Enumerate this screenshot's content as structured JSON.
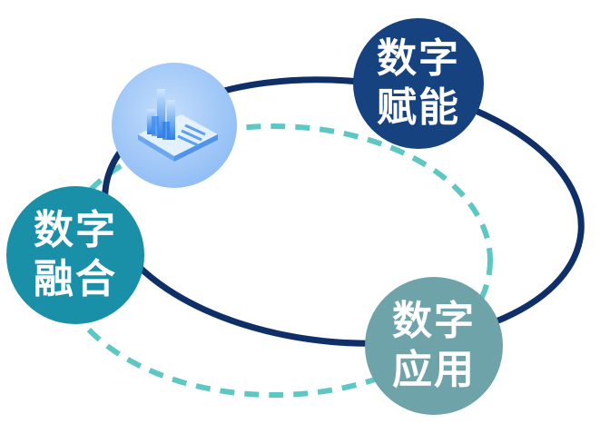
{
  "colors": {
    "solid_ring": "#0f2f68",
    "dashed_ring": "#5cc7c3",
    "empowerment_fill": "#16437f",
    "fusion_fill": "#1a8fa8",
    "application_fill": "#6fa3aa",
    "icon_fill": "#a8cdfa",
    "icon_bars": "#3f8ff0"
  },
  "nodes": {
    "empowerment": {
      "line1": "数字",
      "line2": "赋能"
    },
    "fusion": {
      "line1": "数字",
      "line2": "融合"
    },
    "application": {
      "line1": "数字",
      "line2": "应用"
    }
  },
  "icon": {
    "name": "data-dashboard-icon"
  }
}
